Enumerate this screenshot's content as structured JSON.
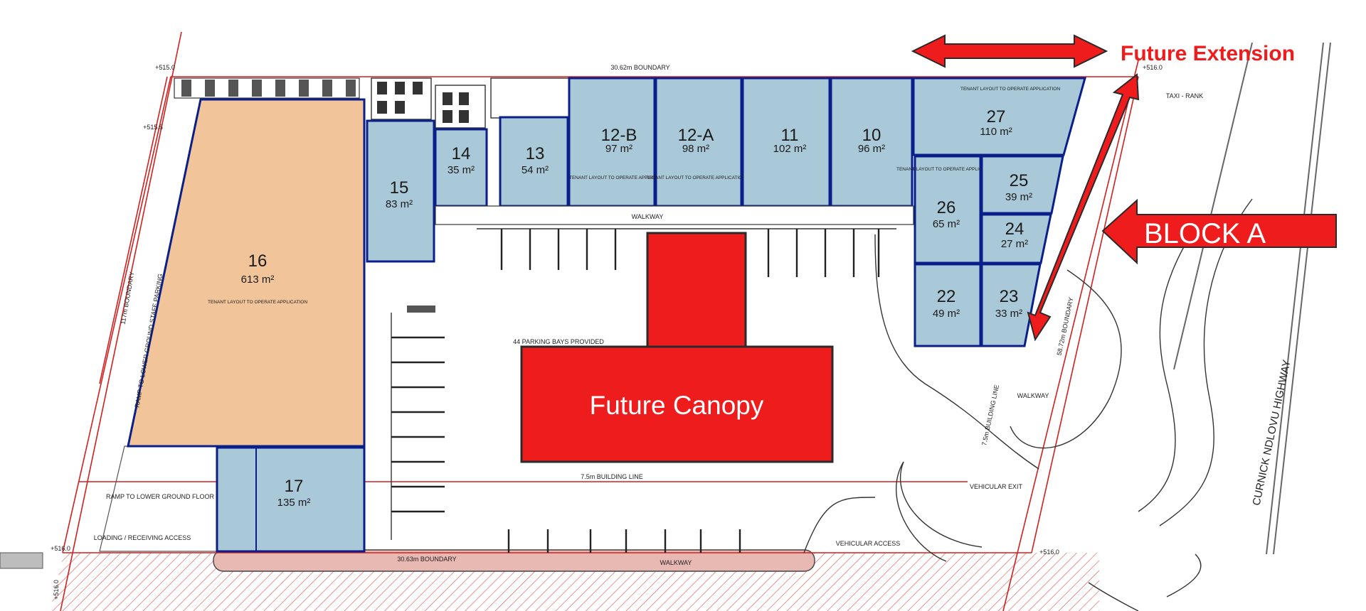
{
  "annotations": {
    "future_extension": "Future Extension",
    "block_a": "BLOCK A",
    "future_canopy": "Future Canopy"
  },
  "units": [
    {
      "id": "16",
      "area": "613 m²",
      "note": "TENANT LAYOUT TO OPERATE APPLICATION"
    },
    {
      "id": "17",
      "area": "135 m²"
    },
    {
      "id": "15",
      "area": "83 m²"
    },
    {
      "id": "14",
      "area": "35 m²"
    },
    {
      "id": "13",
      "area": "54 m²"
    },
    {
      "id": "12-B",
      "area": "97 m²",
      "note": "TENANT LAYOUT TO OPERATE APPLICATION"
    },
    {
      "id": "12-A",
      "area": "98 m²",
      "note": "TENANT LAYOUT TO OPERATE APPLICATION"
    },
    {
      "id": "11",
      "area": "102 m²"
    },
    {
      "id": "10",
      "area": "96 m²"
    },
    {
      "id": "27",
      "area": "110 m²",
      "note": "TENANT LAYOUT TO OPERATE APPLICATION"
    },
    {
      "id": "26",
      "area": "65 m²",
      "note": "TENANT LAYOUT TO OPERATE APPLICATION"
    },
    {
      "id": "25",
      "area": "39 m²"
    },
    {
      "id": "24",
      "area": "27 m²"
    },
    {
      "id": "22",
      "area": "49 m²"
    },
    {
      "id": "23",
      "area": "33 m²"
    }
  ],
  "plan_labels": {
    "top_boundary": "30.62m BOUNDARY",
    "bottom_boundary": "30.63m BOUNDARY",
    "left_boundary": "117m BOUNDARY",
    "right_boundary": "58.72m BOUNDARY",
    "walkway": "WALKWAY",
    "building_line": "7.5m BUILDING LINE",
    "building_line_side": "7.5m BUILDING LINE",
    "parking": "44 PARKING BAYS PROVIDED",
    "taxi_rank": "TAXI - RANK",
    "highway": "CURNICK NDLOVU HIGHWAY",
    "ramp": "RAMP TO LOWER GROUND FLOOR",
    "loading": "LOADING / RECEIVING ACCESS",
    "ramp_left": "RAMP TO LOWER GROUND STAFF PARKING",
    "vehicular_exit": "VEHICULAR EXIT",
    "vehicular_access": "VEHICULAR ACCESS",
    "levels": [
      "+515.0",
      "+515.5",
      "+516.0",
      "+516.0",
      "+516.0",
      "+516.0"
    ]
  },
  "colors": {
    "unit_fill": "#a9c8d8",
    "anchor_fill": "#f2c49a",
    "outline": "#0b1f8a",
    "annotation_red": "#ee1c1c",
    "boundary_red": "#d02020"
  }
}
